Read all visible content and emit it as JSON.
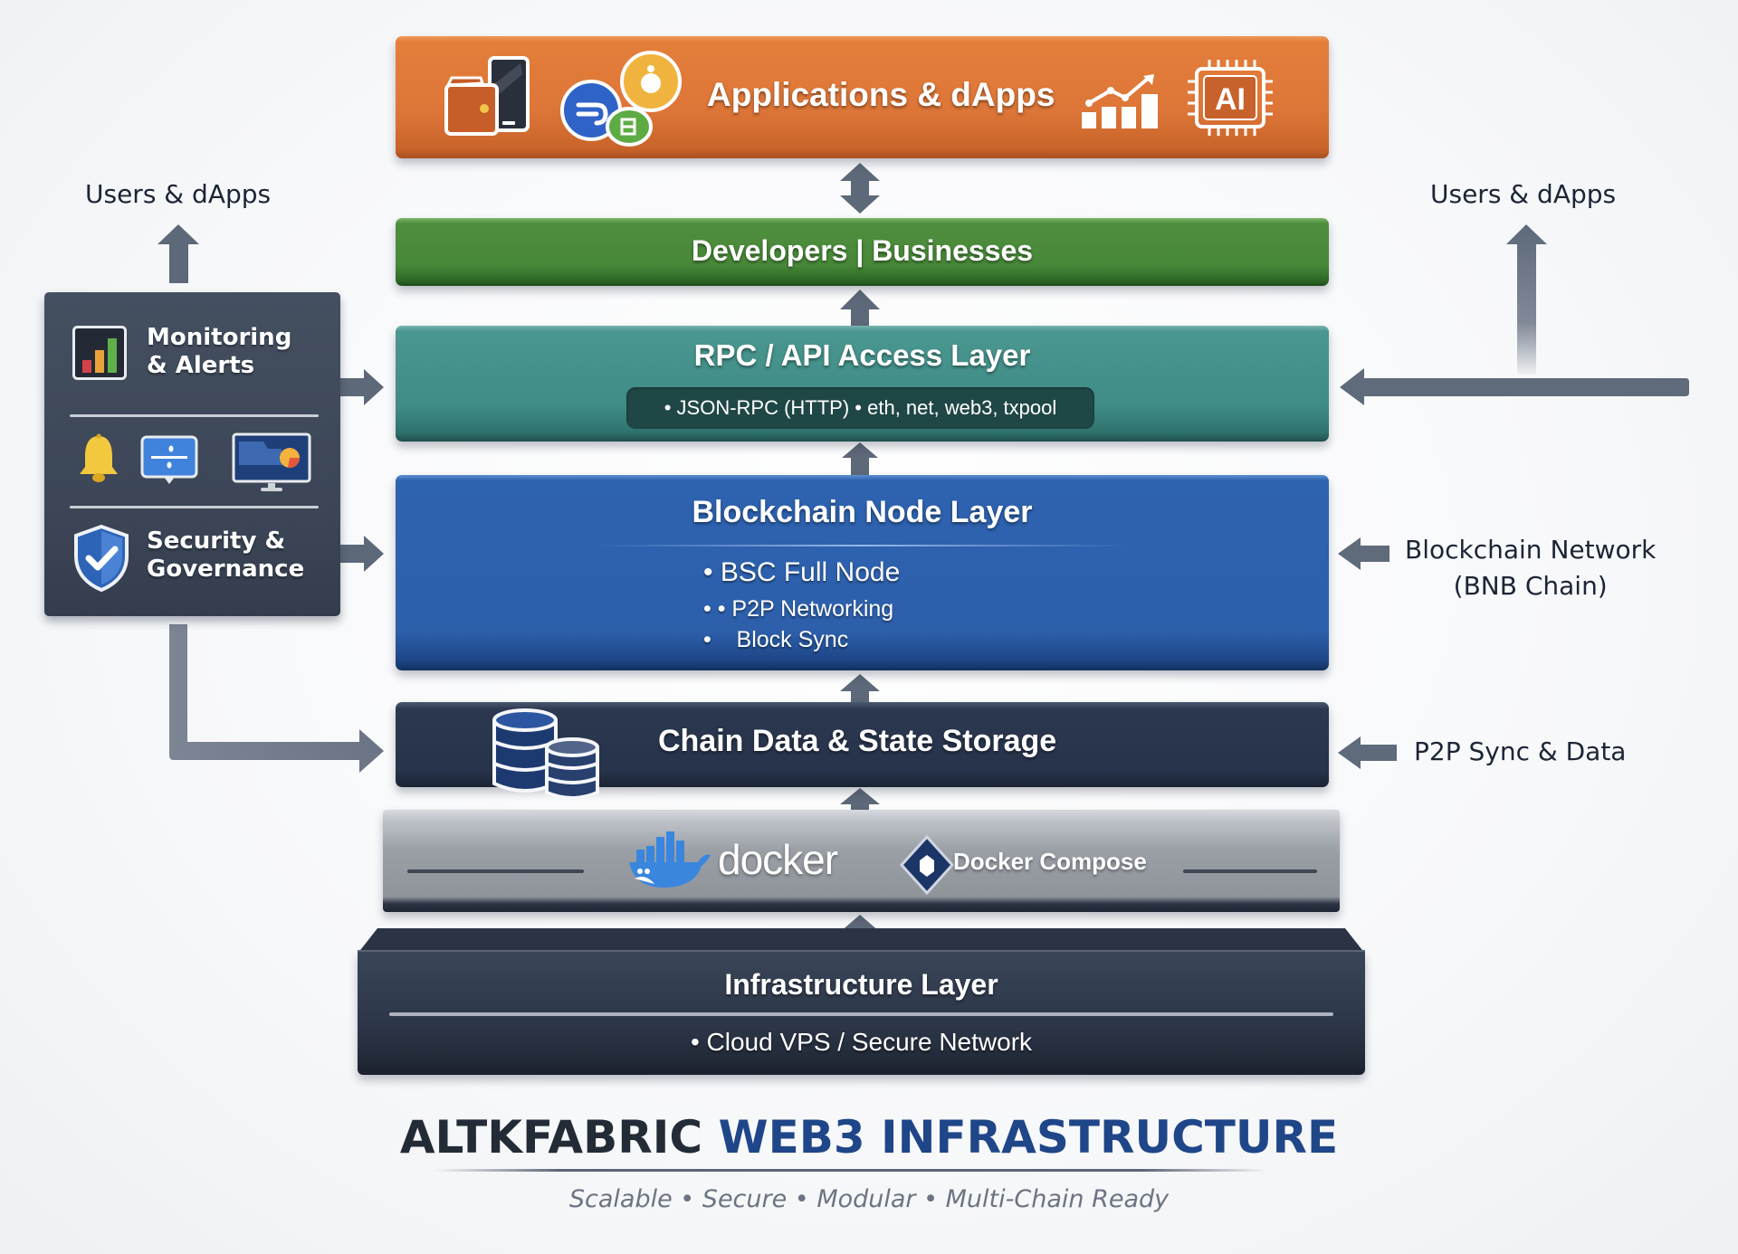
{
  "layers": {
    "apps": {
      "title": "Applications & dApps",
      "icons": [
        "wallet-phone-icon",
        "crypto-coins-icon",
        "growth-chart-icon",
        "ai-chip-icon"
      ],
      "color": "#dd7638"
    },
    "developers": {
      "title": "Developers | Businesses",
      "color": "#478838"
    },
    "rpc": {
      "title": "RPC / API Access Layer",
      "detail": "• JSON-RPC (HTTP)  • eth, net, web3, txpool",
      "color": "#3f8b85"
    },
    "node": {
      "title": "Blockchain Node Layer",
      "items": [
        "• BSC Full Node",
        "• • P2P Networking",
        "•    Block Sync"
      ],
      "color": "#2d5fab"
    },
    "storage": {
      "title": "Chain Data & State Storage",
      "icon": "database-icon",
      "color": "#27334a"
    },
    "container": {
      "docker_label": "docker",
      "compose_label": "Docker Compose",
      "color": "#9a9fa6"
    },
    "infrastructure": {
      "title": "Infrastructure Layer",
      "detail": "• Cloud VPS / Secure Network",
      "color": "#2c3648"
    }
  },
  "side_panel": {
    "monitoring": "Monitoring & Alerts",
    "monitoring_lines": [
      "Monitoring",
      "& Alerts"
    ],
    "security_lines": [
      "Security &",
      "Governance"
    ],
    "icons": [
      "bar-chart-icon",
      "bell-icon",
      "message-icon",
      "dashboard-monitor-icon",
      "shield-check-icon"
    ]
  },
  "external_labels": {
    "left_users": "Users & dApps",
    "right_users": "Users & dApps",
    "blockchain_network_line1": "Blockchain Network",
    "blockchain_network_line2": "(BNB Chain)",
    "p2p_sync": "P2P Sync & Data"
  },
  "footer": {
    "brand_part1": "ALTKFABRIC",
    "brand_part2": "WEB3 INFRASTRUCTURE",
    "tagline": "Scalable • Secure • Modular • Multi-Chain Ready",
    "accent": "#1f4688"
  },
  "arrow_color": "#5d6878"
}
